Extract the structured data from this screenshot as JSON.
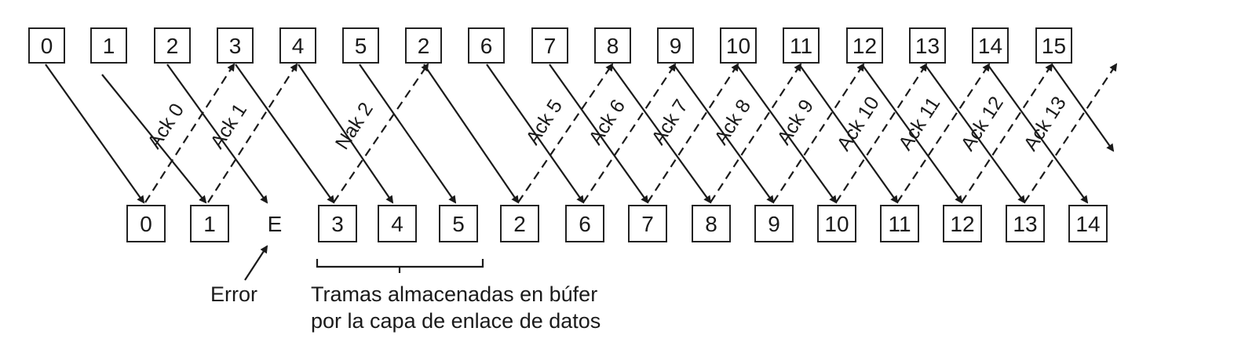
{
  "sender_frames": [
    "0",
    "1",
    "2",
    "3",
    "4",
    "5",
    "2",
    "6",
    "7",
    "8",
    "9",
    "10",
    "11",
    "12",
    "13",
    "14",
    "15"
  ],
  "receiver_frames": [
    "0",
    "1",
    "E",
    "3",
    "4",
    "5",
    "2",
    "6",
    "7",
    "8",
    "9",
    "10",
    "11",
    "12",
    "13",
    "14"
  ],
  "ack_labels": [
    "Ack 0",
    "Ack 1",
    "Nak 2",
    "Ack 5",
    "Ack 6",
    "Ack 7",
    "Ack 8",
    "Ack 9",
    "Ack 10",
    "Ack 11",
    "Ack 12",
    "Ack 13"
  ],
  "error_label": "Error",
  "buffer_note_line1": "Tramas almacenadas en búfer",
  "buffer_note_line2": "por la capa de enlace de datos"
}
